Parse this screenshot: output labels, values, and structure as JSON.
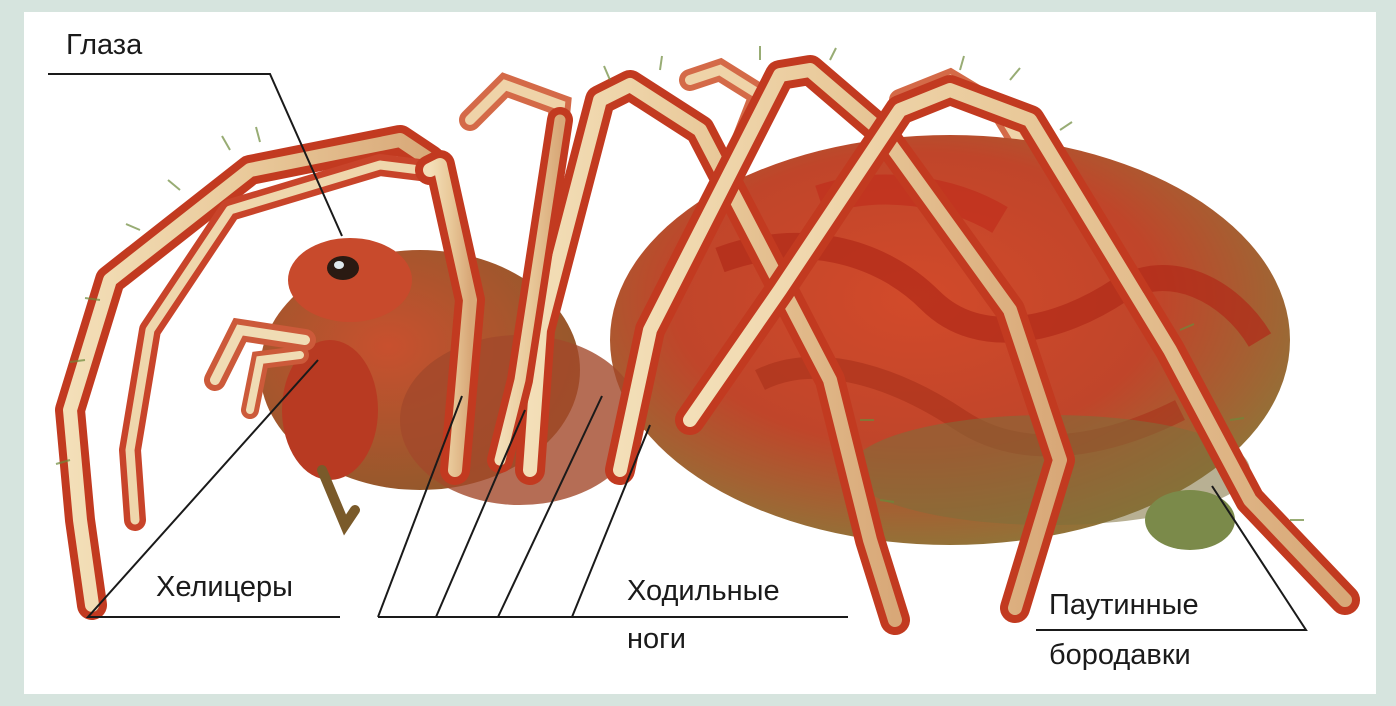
{
  "labels": {
    "eyes": "Глаза",
    "chelicerae": "Хелицеры",
    "walking_legs_line1": "Ходильные",
    "walking_legs_line2": "ноги",
    "spinnerets_line1": "Паутинные",
    "spinnerets_line2": "бородавки"
  },
  "colors": {
    "frame": "#d6e4de",
    "background": "#ffffff",
    "leader_line": "#1a1a1a",
    "body_red": "#c8321e",
    "body_olive": "#8c7a3c",
    "leg_cream": "#f0dcb4"
  }
}
